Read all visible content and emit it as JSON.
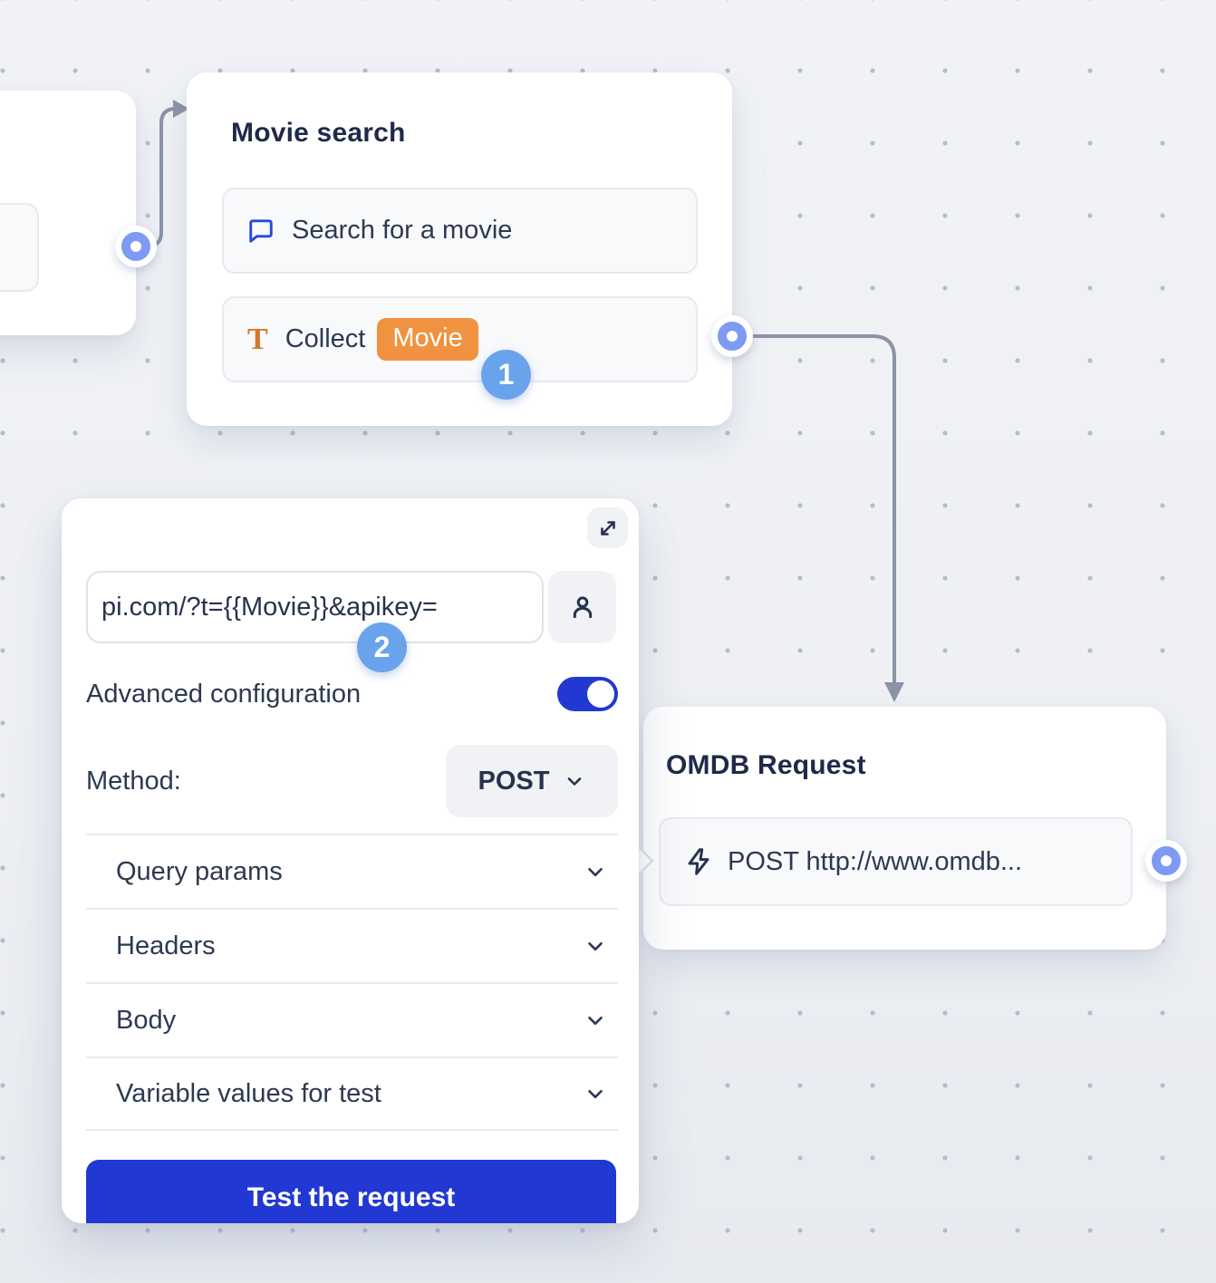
{
  "canvas": {
    "type": "flow-builder-canvas"
  },
  "nodes": {
    "previous": {
      "note": "partially visible node card at left edge"
    },
    "movie_search": {
      "title": "Movie search",
      "items": [
        {
          "icon": "chat-bubble-icon",
          "label": "Search for a movie"
        },
        {
          "icon": "text-type-icon",
          "icon_glyph": "T",
          "label": "Collect",
          "variable": "Movie"
        }
      ],
      "step_badge": "1"
    },
    "omdb_request": {
      "title": "OMDB Request",
      "item": {
        "icon": "lightning-icon",
        "label": "POST http://www.omdb..."
      }
    }
  },
  "panel": {
    "expand_icon": "expand-diagonal-icon",
    "url_value": "pi.com/?t={{Movie}}&apikey=",
    "person_icon": "person-icon",
    "step_badge": "2",
    "advanced_configuration_label": "Advanced configuration",
    "advanced_configuration_on": true,
    "method_label": "Method:",
    "method_value": "POST",
    "sections": [
      "Query params",
      "Headers",
      "Body",
      "Variable values for test"
    ],
    "test_button_label": "Test the request"
  },
  "colors": {
    "accent_blue": "#2238d2",
    "badge_blue": "#69a3eb",
    "port_blue": "#7e9af3",
    "orange": "#f0923f",
    "orange_dark": "#d4772b",
    "navy_text": "#1e2a47",
    "connector_gray": "#8b93a5"
  }
}
